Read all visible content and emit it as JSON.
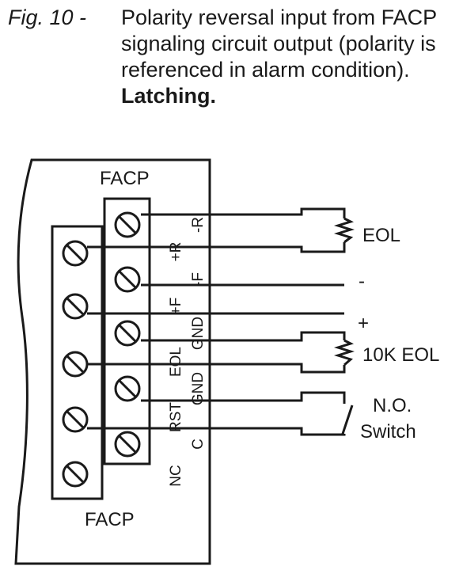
{
  "caption": {
    "figure_label": "Fig. 10 -",
    "text": "Polarity reversal input from FACP signaling circuit output (polarity is referenced in alarm condition).",
    "emphasis": "Latching."
  },
  "diagram": {
    "panel_top_label": "FACP",
    "panel_bottom_label": "FACP",
    "right_block_terminals": [
      "-R",
      "+R",
      "-F",
      "+F",
      "GND",
      "EOL",
      "GND",
      "RST",
      "C"
    ],
    "left_block_terminals": [
      "NC"
    ],
    "wire_labels": {
      "eol": "EOL",
      "minus": "-",
      "plus": "+",
      "ten_k_eol": "10K EOL",
      "switch_line1": "N.O.",
      "switch_line2": "Switch"
    }
  }
}
